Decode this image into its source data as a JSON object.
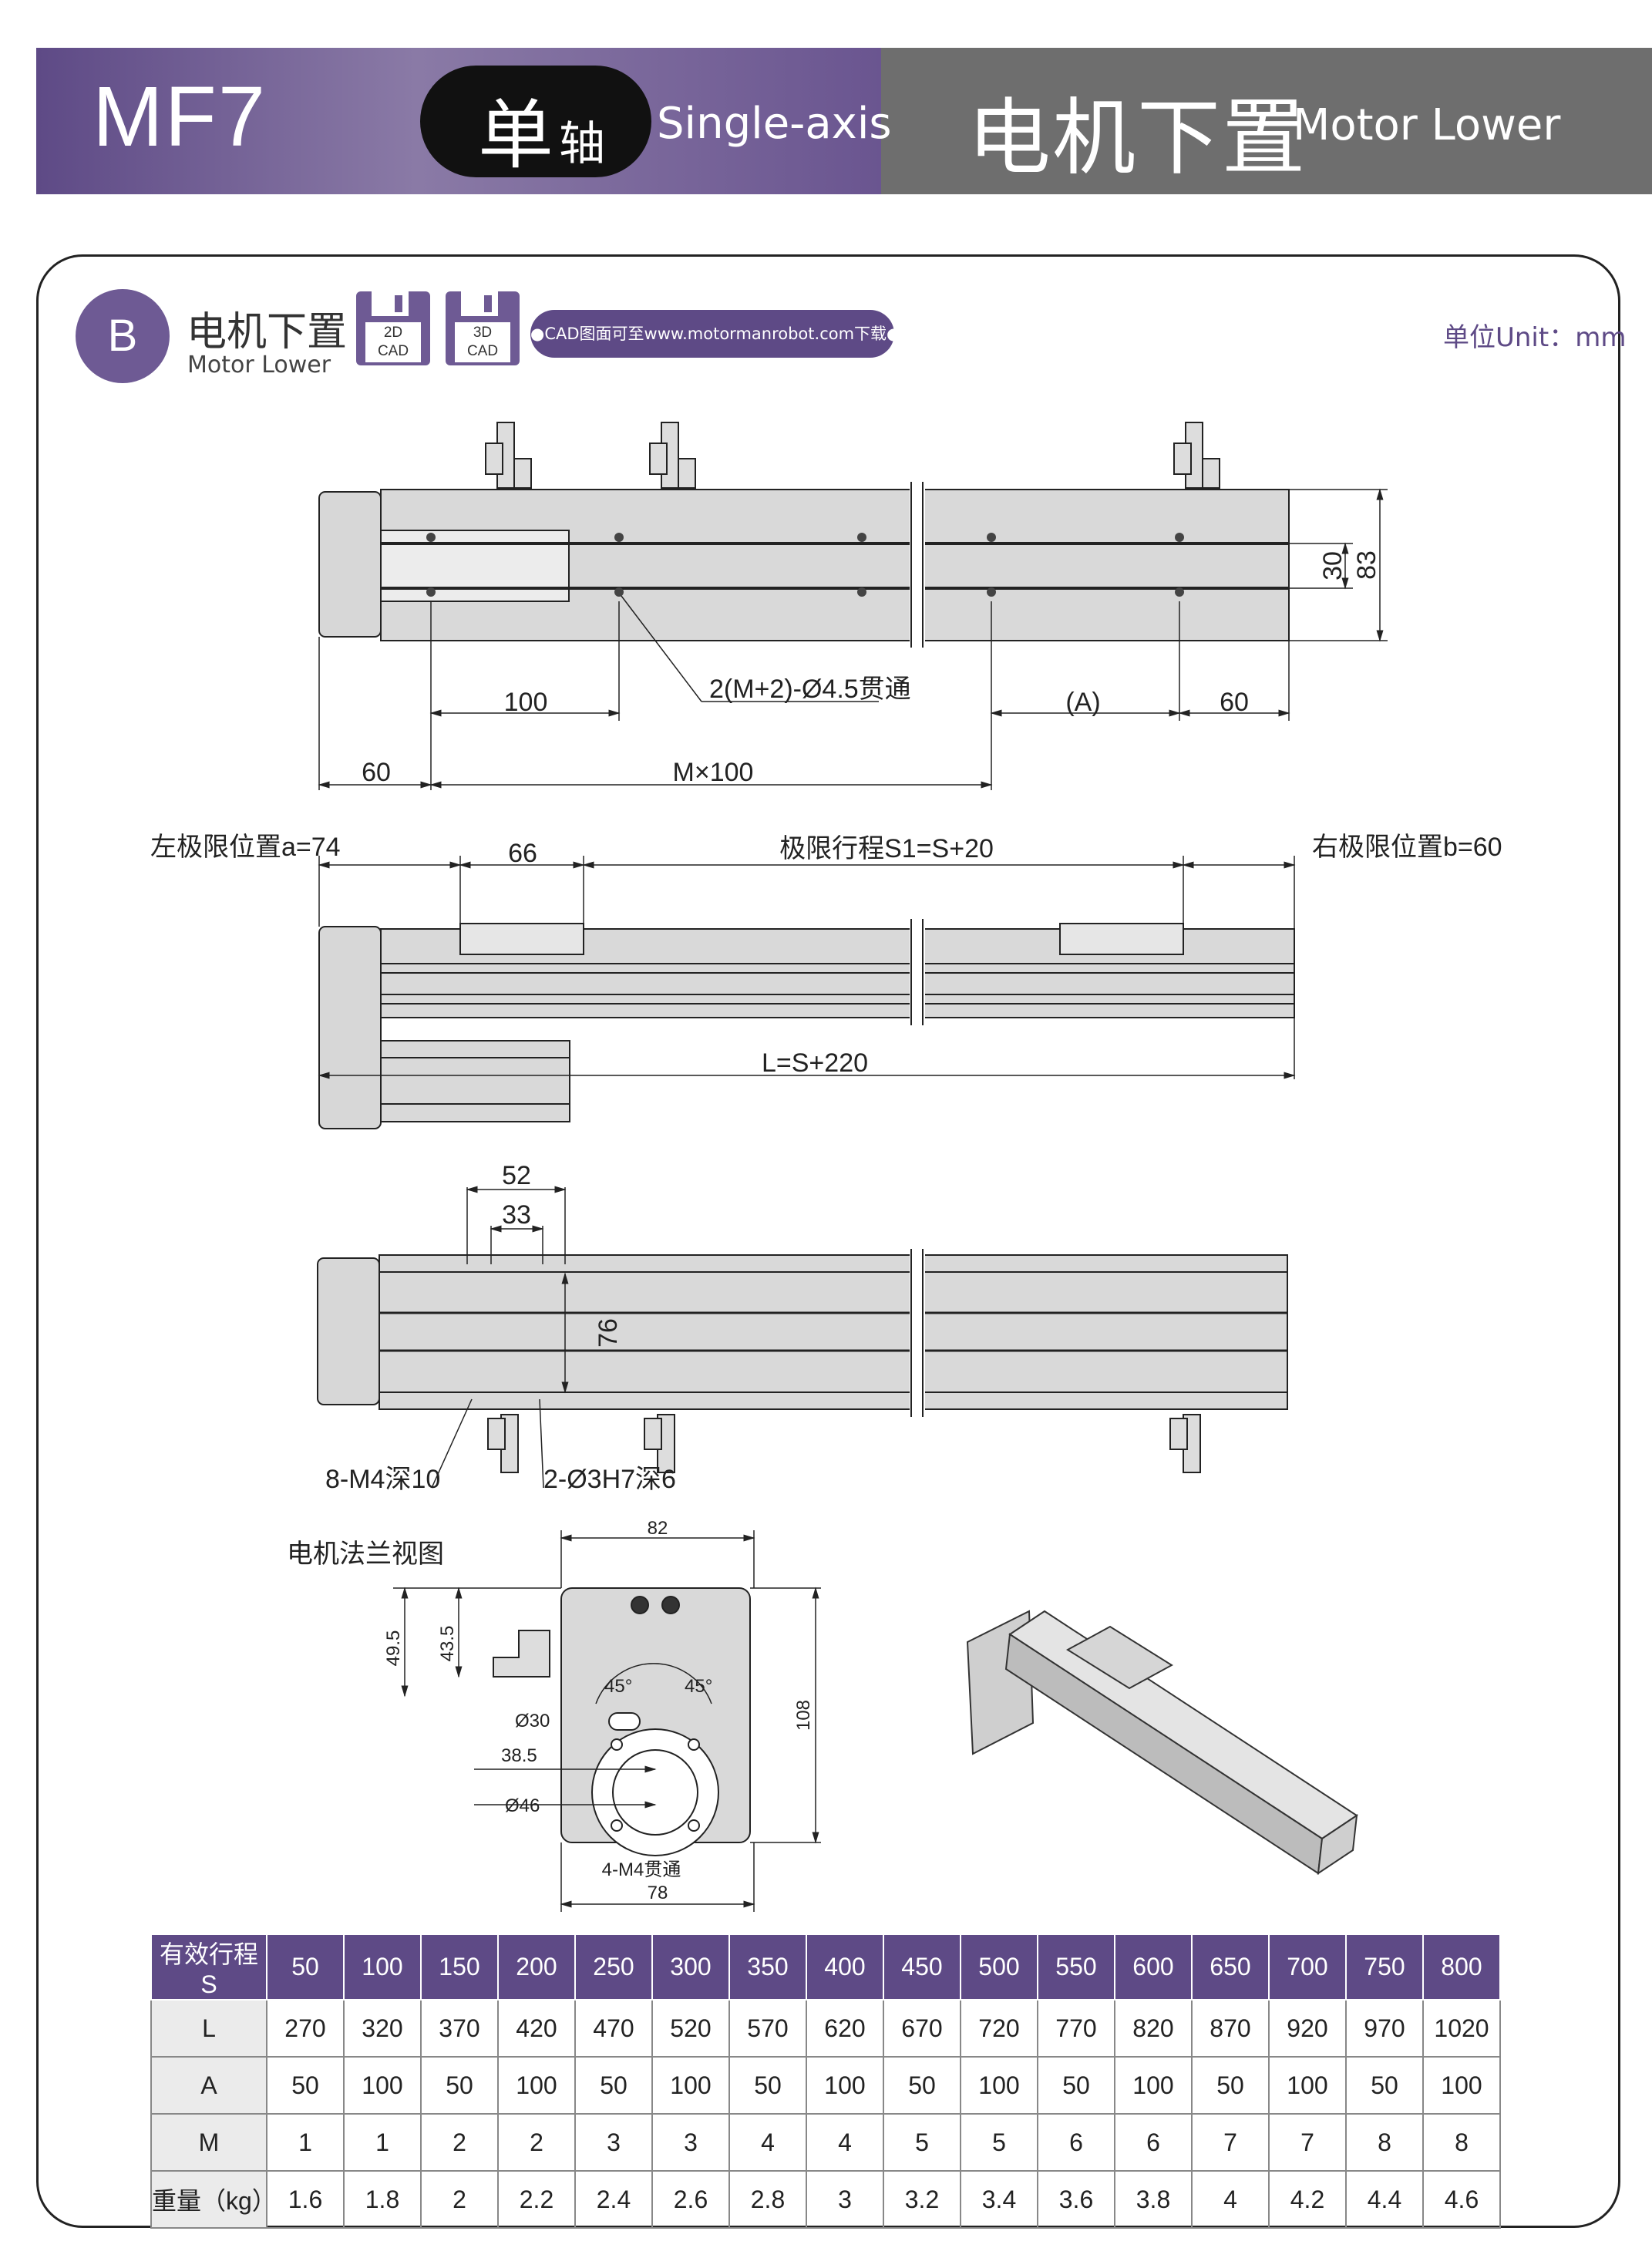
{
  "header": {
    "model": "MF7",
    "axis_char_big": "单",
    "axis_char_small": "轴",
    "axis_en": "Single-axis",
    "mount_cn": "电机下置",
    "mount_en": "Motor Lower"
  },
  "section": {
    "badge": "B",
    "title_cn": "电机下置",
    "title_en": "Motor Lower",
    "cad_2d": [
      "2D",
      "CAD"
    ],
    "cad_3d": [
      "3D",
      "CAD"
    ],
    "cad_note": "●CAD图面可至www.motormanrobot.com下载●",
    "unit": "单位Unit：mm"
  },
  "dims": {
    "d100": "100",
    "holes": "2(M+2)-Ø4.5贯通",
    "dA": "(A)",
    "d60r": "60",
    "d60l": "60",
    "dM": "M×100",
    "d30": "30",
    "d83": "83",
    "left_limit": "左极限位置a=74",
    "d66": "66",
    "stroke": "极限行程S1=S+20",
    "right_limit": "右极限位置b=60",
    "length": "L=S+220",
    "d52": "52",
    "d33": "33",
    "d76": "76",
    "taps": "8-M4深10",
    "pins": "2-Ø3H7深6",
    "flange_title": "电机法兰视图",
    "d82": "82",
    "d49_5": "49.5",
    "d43_5": "43.5",
    "ang1": "45°",
    "ang2": "45°",
    "d30f": "Ø30",
    "d38_5": "38.5",
    "d46": "Ø46",
    "d108": "108",
    "m4": "4-M4贯通",
    "d78": "78"
  },
  "table": {
    "header_label": "有效行程 S",
    "strokes": [
      "50",
      "100",
      "150",
      "200",
      "250",
      "300",
      "350",
      "400",
      "450",
      "500",
      "550",
      "600",
      "650",
      "700",
      "750",
      "800"
    ],
    "rows": [
      {
        "label": "L",
        "values": [
          "270",
          "320",
          "370",
          "420",
          "470",
          "520",
          "570",
          "620",
          "670",
          "720",
          "770",
          "820",
          "870",
          "920",
          "970",
          "1020"
        ]
      },
      {
        "label": "A",
        "values": [
          "50",
          "100",
          "50",
          "100",
          "50",
          "100",
          "50",
          "100",
          "50",
          "100",
          "50",
          "100",
          "50",
          "100",
          "50",
          "100"
        ]
      },
      {
        "label": "M",
        "values": [
          "1",
          "1",
          "2",
          "2",
          "3",
          "3",
          "4",
          "4",
          "5",
          "5",
          "6",
          "6",
          "7",
          "7",
          "8",
          "8"
        ]
      },
      {
        "label": "重量（kg）",
        "values": [
          "1.6",
          "1.8",
          "2",
          "2.2",
          "2.4",
          "2.6",
          "2.8",
          "3",
          "3.2",
          "3.4",
          "3.6",
          "3.8",
          "4",
          "4.2",
          "4.4",
          "4.6"
        ]
      }
    ]
  }
}
